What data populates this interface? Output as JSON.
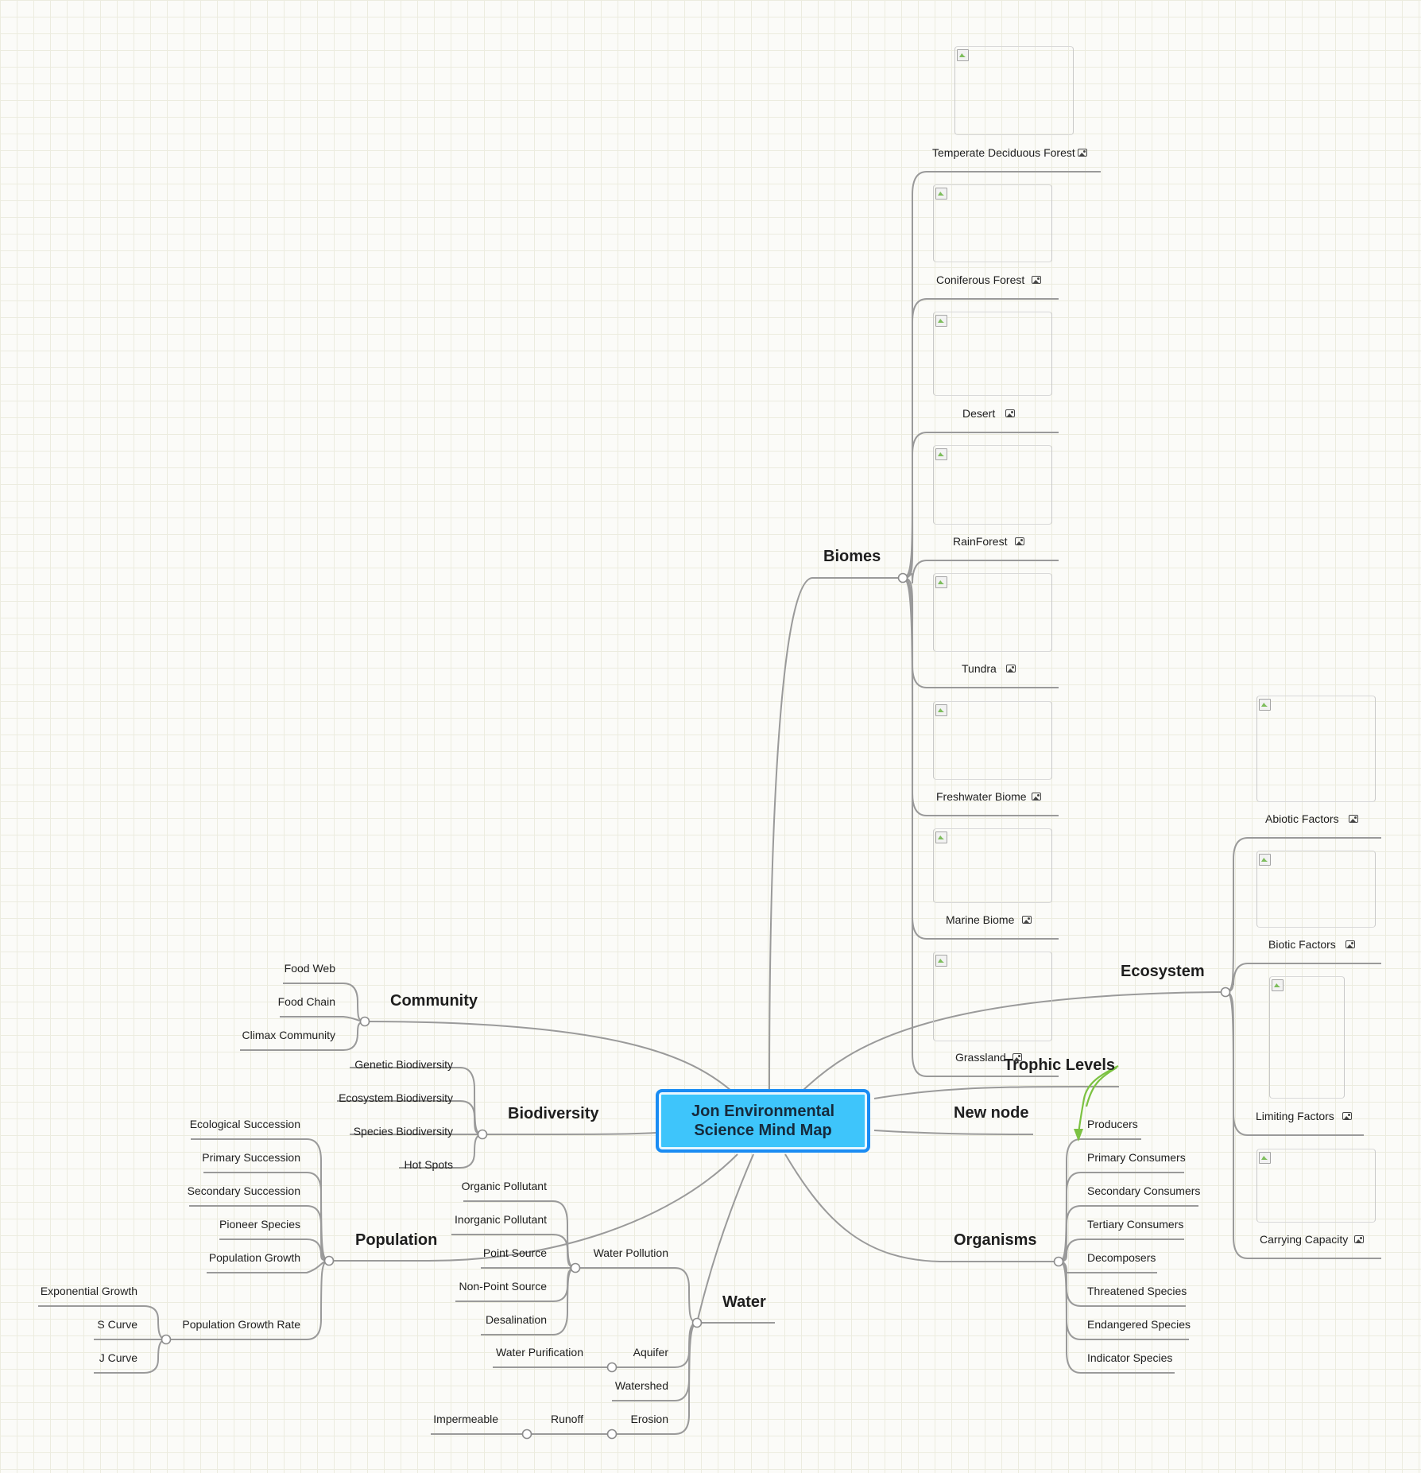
{
  "map": {
    "root": "Jon Environmental Science Mind Map",
    "main_topics": {
      "biomes": "Biomes",
      "ecosystem": "Ecosystem",
      "trophic_levels": "Trophic Levels",
      "new_node": "New node",
      "organisms": "Organisms",
      "community": "Community",
      "biodiversity": "Biodiversity",
      "population": "Population",
      "water": "Water"
    },
    "biomes_children": [
      "Temperate Deciduous Forest",
      "Coniferous Forest",
      "Desert",
      "RainForest",
      "Tundra",
      "Freshwater Biome",
      "Marine Biome",
      "Grassland"
    ],
    "ecosystem_children": [
      "Abiotic Factors",
      "Biotic Factors",
      "Limiting Factors",
      "Carrying Capacity"
    ],
    "organisms_children": [
      "Producers",
      "Primary Consumers",
      "Secondary Consumers",
      "Tertiary Consumers",
      "Decomposers",
      "Threatened Species",
      "Endangered Species",
      "Indicator Species"
    ],
    "community_children": [
      "Food Web",
      "Food Chain",
      "Climax Community"
    ],
    "biodiversity_children": [
      "Genetic Biodiversity",
      "Ecosystem Biodiversity",
      "Species Biodiversity",
      "Hot Spots"
    ],
    "population_children": [
      "Ecological Succession",
      "Primary Succession",
      "Secondary Succession",
      "Pioneer Species",
      "Population Growth",
      "Population Growth Rate"
    ],
    "population_growth_rate_children": [
      "Exponential Growth",
      "S Curve",
      "J Curve"
    ],
    "water_children": [
      "Water Pollution",
      "Aquifer",
      "Watershed",
      "Erosion"
    ],
    "water_pollution_children": [
      "Organic Pollutant",
      "Inorganic Pollutant",
      "Point Source",
      "Non-Point Source",
      "Desalination"
    ],
    "aquifer_children": [
      "Water Purification"
    ],
    "erosion_children": [
      "Runoff"
    ],
    "runoff_children": [
      "Impermeable"
    ]
  },
  "colors": {
    "root_fill": "#3ec5fb",
    "root_border": "#1a8cf3",
    "connector": "#9a9a9a",
    "relationship_arrow": "#7cc242"
  },
  "icons": {
    "image_attachment": "image-icon",
    "image_placeholder": "broken-image-icon"
  }
}
